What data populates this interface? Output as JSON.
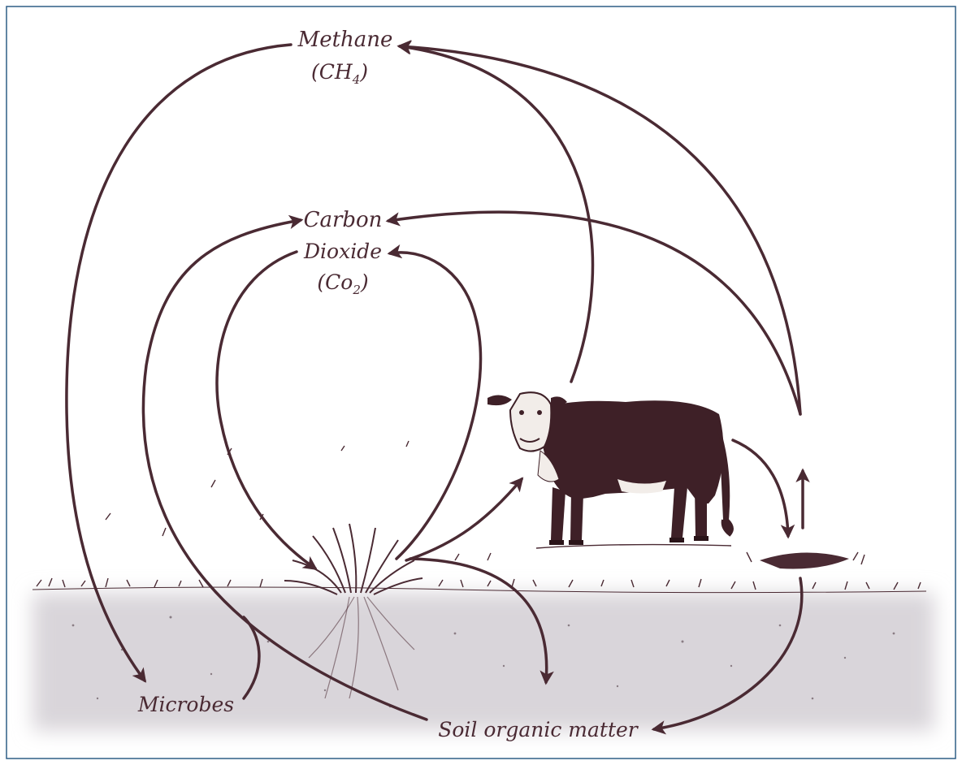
{
  "diagram": {
    "labels": {
      "methane_name": "Methane",
      "methane_formula_prefix": "(CH",
      "methane_formula_sub": "4",
      "methane_formula_suffix": ")",
      "co2_name_line1": "Carbon",
      "co2_name_line2": "Dioxide",
      "co2_formula_prefix": "(Co",
      "co2_formula_sub": "2",
      "co2_formula_suffix": ")",
      "microbes": "Microbes",
      "soil_organic_matter": "Soil organic matter"
    },
    "colors": {
      "arrow": "#4a2a33",
      "frame_border": "#2f5f86",
      "soil": "#d9d5da",
      "cow_body": "#3e2027",
      "cow_face": "#f2ede9"
    },
    "icons": {
      "cow": "cow-icon",
      "grass": "grass-icon",
      "manure": "manure-pat-icon"
    }
  }
}
